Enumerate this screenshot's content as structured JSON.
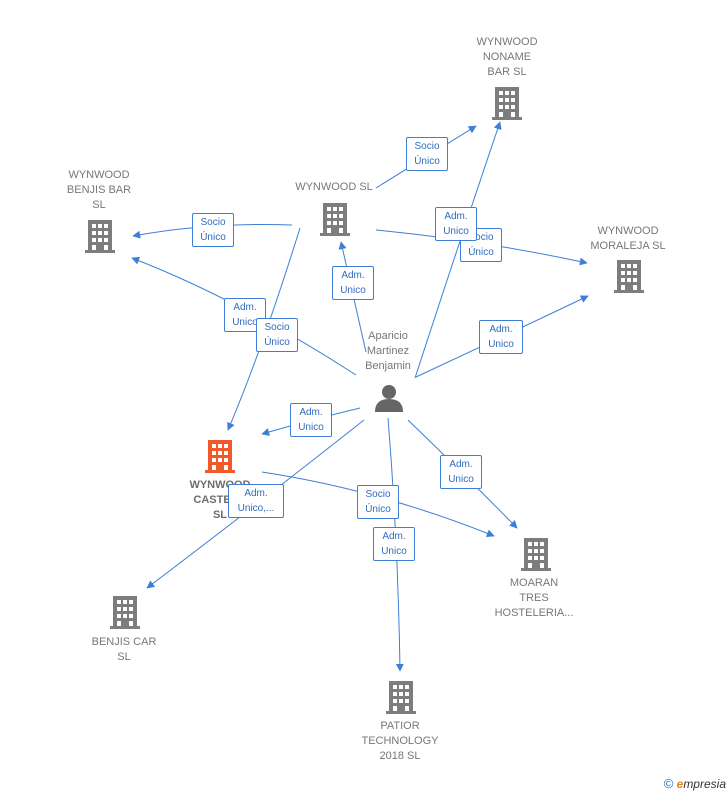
{
  "colors": {
    "company_icon": "#7d7d7d",
    "focus_company_icon": "#f05a28",
    "person_icon": "#666666",
    "edge": "#3d7fd6",
    "label_text": "#777777"
  },
  "nodes": [
    {
      "id": "wynwood-noname-bar",
      "type": "company",
      "label": [
        "WYNWOOD",
        "NONAME",
        "BAR  SL"
      ]
    },
    {
      "id": "wynwood-benjis-bar",
      "type": "company",
      "label": [
        "WYNWOOD",
        "BENJIS BAR",
        "SL"
      ]
    },
    {
      "id": "wynwood-sl",
      "type": "company",
      "label": [
        "WYNWOOD  SL"
      ]
    },
    {
      "id": "wynwood-moraleja",
      "type": "company",
      "label": [
        "WYNWOOD",
        "MORALEJA  SL"
      ]
    },
    {
      "id": "aparicio",
      "type": "person",
      "label": [
        "Aparicio",
        "Martinez",
        "Benjamin"
      ]
    },
    {
      "id": "wynwood-castel",
      "type": "company-focus",
      "label": [
        "WYNWOOD",
        "CASTEL...",
        "SL"
      ]
    },
    {
      "id": "moaran",
      "type": "company",
      "label": [
        "MOARAN",
        "TRES",
        "HOSTELERIA..."
      ]
    },
    {
      "id": "benjis-car",
      "type": "company",
      "label": [
        "BENJIS CAR",
        "SL"
      ]
    },
    {
      "id": "patior",
      "type": "company",
      "label": [
        "PATIOR",
        "TECHNOLOGY",
        "2018  SL"
      ]
    }
  ],
  "edges": [
    {
      "id": "e1",
      "label": [
        "Socio",
        "Único"
      ]
    },
    {
      "id": "e2",
      "label": [
        "Socio",
        "Único"
      ]
    },
    {
      "id": "e3",
      "label": [
        "Socio",
        "Único"
      ]
    },
    {
      "id": "e4",
      "label": [
        "Adm.",
        "Unico"
      ]
    },
    {
      "id": "e5",
      "label": [
        "Adm.",
        "Unico"
      ]
    },
    {
      "id": "e6",
      "label": [
        "Adm.",
        "Unico"
      ]
    },
    {
      "id": "e7",
      "label": [
        "Adm.",
        "Unico"
      ]
    },
    {
      "id": "e8",
      "label": [
        "Socio",
        "Único"
      ]
    },
    {
      "id": "e9",
      "label": [
        "Adm.",
        "Unico"
      ]
    },
    {
      "id": "e10",
      "label": [
        "Adm.",
        "Unico,..."
      ]
    },
    {
      "id": "e11",
      "label": [
        "Socio",
        "Único"
      ]
    },
    {
      "id": "e12",
      "label": [
        "Adm.",
        "Unico"
      ]
    },
    {
      "id": "e13",
      "label": [
        "Adm.",
        "Unico"
      ]
    }
  ],
  "footer": {
    "copyright": "©",
    "brand_initial": "e",
    "brand_rest": "mpresia"
  }
}
